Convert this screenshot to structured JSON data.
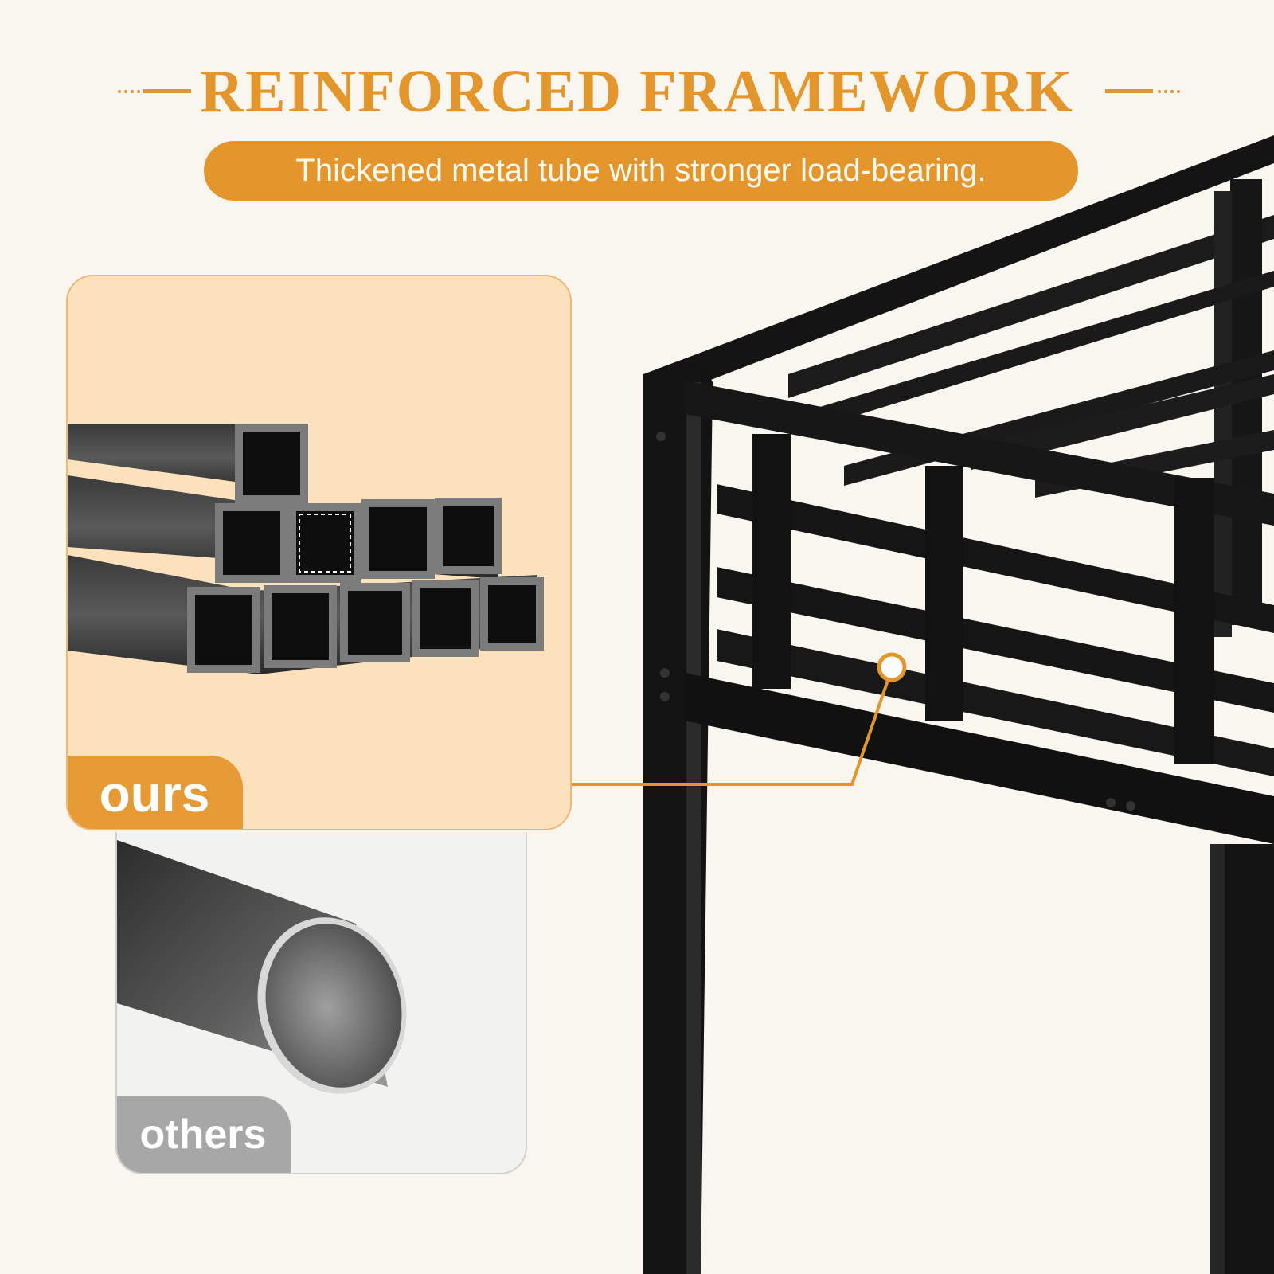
{
  "header": {
    "title": "REINFORCED FRAMEWORK",
    "subtitle": "Thickened metal tube with stronger load-bearing."
  },
  "comparison": {
    "ours_label": "ours",
    "others_label": "others"
  },
  "colors": {
    "accent": "#e2962b",
    "background": "#f9f6ef",
    "ours_panel": "#fbe2bd",
    "others_panel": "#f2f2f1",
    "others_tag": "#a7a7a7",
    "frame": "#121212"
  },
  "icons": [
    "square-tubes-illustration",
    "round-tube-illustration",
    "bed-frame-illustration",
    "callout-marker-icon"
  ]
}
